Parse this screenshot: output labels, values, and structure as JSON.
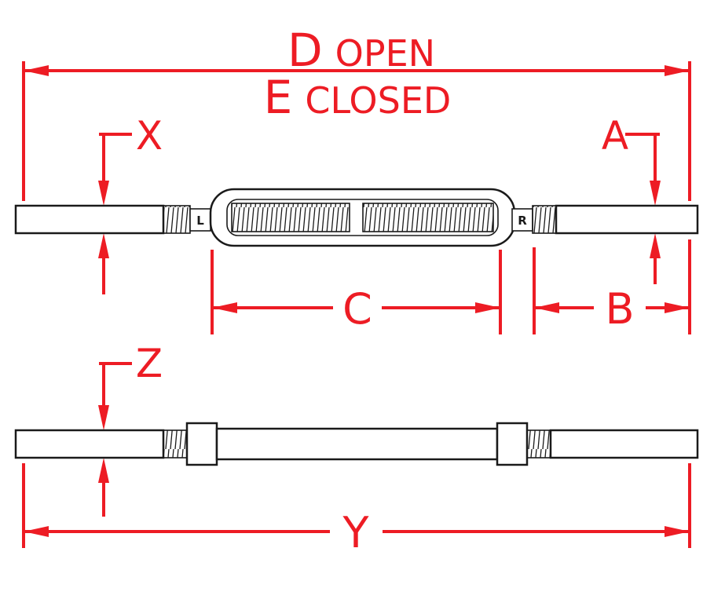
{
  "diagram": {
    "type": "technical-dimension-drawing",
    "subject": "turnbuckle open and closed views",
    "labels": {
      "d": {
        "symbol": "D",
        "word": "OPEN"
      },
      "e": {
        "symbol": "E",
        "word": "CLOSED"
      },
      "x": "X",
      "a": "A",
      "c": "C",
      "b": "B",
      "z": "Z",
      "y": "Y",
      "left_thread_marker": "L",
      "right_thread_marker": "R"
    },
    "colors": {
      "dimension_red": "#ed1c24",
      "line_black": "#1a1a1a",
      "background": "#ffffff"
    }
  }
}
